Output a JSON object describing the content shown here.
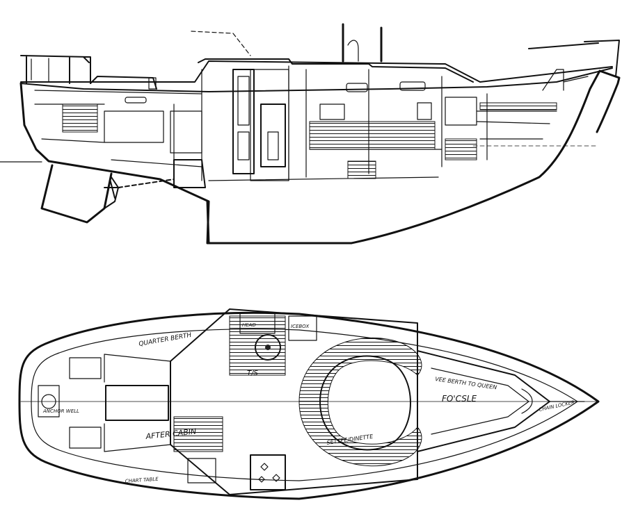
{
  "labels": {
    "quarter_berth": "QUARTER BERTH",
    "after_cabin": "AFTER CABIN",
    "fo_csle": "FO'CSLE",
    "vee_berth": "VEE BERTH TO QUEEN",
    "chart_table": "CHART TABLE",
    "settee_dinette": "SETTEE/DINETTE",
    "ts": "T/S",
    "head": "HEAD",
    "icebox": "ICEBOX",
    "anchor_well": "ANCHOR WELL",
    "chain_locker": "CHAIN LOCKER"
  }
}
